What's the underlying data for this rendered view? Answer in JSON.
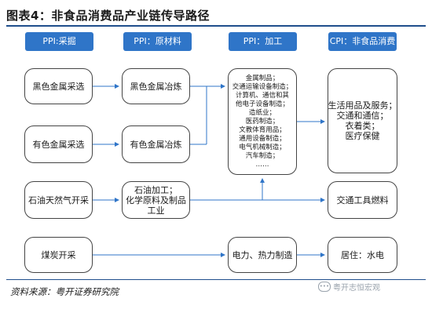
{
  "title": "图表4：非食品消费品产业链传导路径",
  "headers": [
    "PPI:采掘",
    "PPI：原材料",
    "PPI：加工",
    "CPI：非食品消费"
  ],
  "col1": [
    "黑色金属采选",
    "有色金属采选",
    "石油天然气开采",
    "煤炭开采"
  ],
  "col2": [
    "黑色金属冶炼",
    "有色金属冶炼",
    [
      "石油加工；",
      "化学原料及制品",
      "工业"
    ]
  ],
  "col3_list": [
    "金属制品；",
    "交通运输设备制造；",
    "计算机、通信和其",
    "他电子设备制造；",
    "造纸业；",
    "医药制造；",
    "文教体育用品；",
    "通用设备制造；",
    "电气机械制造；",
    "汽车制造；",
    "……"
  ],
  "col3_power": "电力、热力制造",
  "col4_main": [
    "生活用品及服务；",
    "交通和通信；",
    "衣着类；",
    "医疗保健"
  ],
  "col4_fuel": "交通工具燃料",
  "col4_residence": "居住：水电",
  "source": "资料来源：粤开证券研究院",
  "watermark": "粤开志恒宏观",
  "colors": {
    "accent": "#2f75c8",
    "rule": "#1f4e8c",
    "line": "#2f75c8"
  }
}
